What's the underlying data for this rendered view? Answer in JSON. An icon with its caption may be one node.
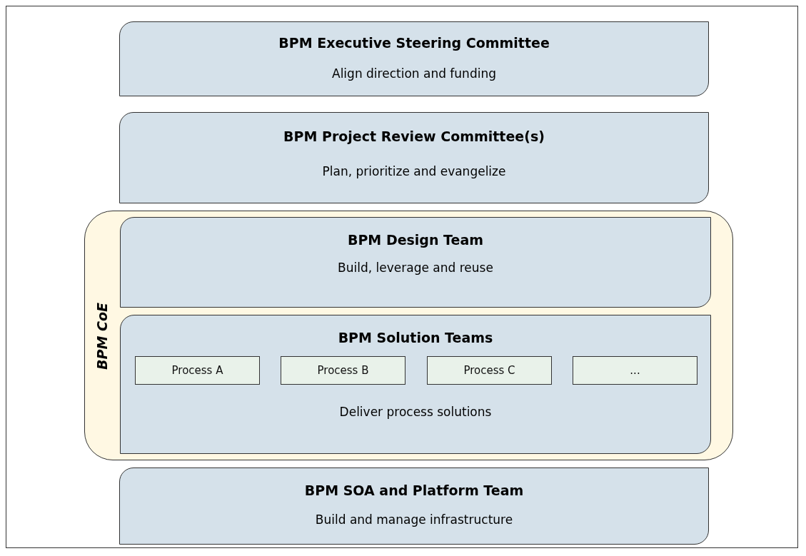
{
  "diagram": {
    "nodes": [
      {
        "text": [
          "BPM Executive Steering Committee",
          "Align direction and funding"
        ]
      },
      {
        "text": [
          "BPM Project Review Committee(s)",
          "Plan, prioritize and evangelize"
        ]
      },
      {
        "text": [
          "BPM CoE"
        ]
      },
      {
        "text": [
          "BPM Design Team",
          "Build, leverage and reuse"
        ],
        "in": 2
      },
      {
        "text": [
          "BPM Solution Teams",
          "Deliver process solutions"
        ],
        "in": 2
      },
      {
        "text": [
          "Process A"
        ],
        "in": 4
      },
      {
        "text": [
          "Process B"
        ],
        "in": 4
      },
      {
        "text": [
          "Process C"
        ],
        "in": 4
      },
      {
        "text": [
          "..."
        ],
        "in": 4
      },
      {
        "text": [
          "BPM SOA and Platform Team",
          "Build and manage infrastructure"
        ]
      }
    ],
    "edges": []
  }
}
